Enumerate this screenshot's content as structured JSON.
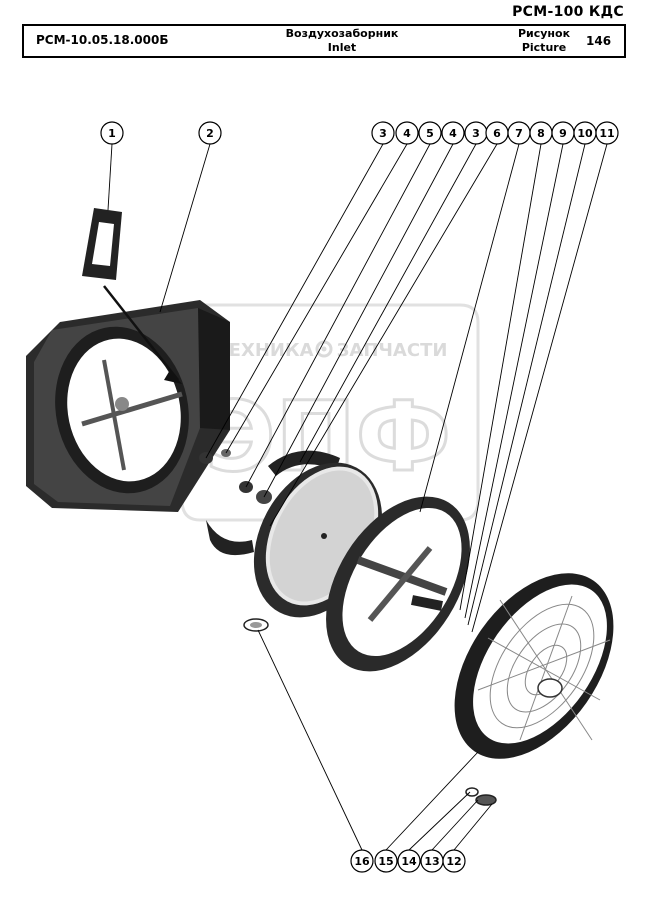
{
  "header": {
    "model": "РСМ-100 КДС",
    "doc_code": "РСМ-10.05.18.000Б",
    "title_ru": "Воздухозаборник",
    "title_en": "Inlet",
    "figure_label_ru": "Рисунок",
    "figure_label_en": "Picture",
    "figure_number": "146"
  },
  "watermark": {
    "line1_left": "ТЕХНИКА",
    "line1_right": "ЗАПЧАСТИ",
    "logo_letters": "ЭПФ",
    "icon": "gear-icon"
  },
  "callouts_top": [
    "1",
    "2",
    "3",
    "4",
    "5",
    "4",
    "3",
    "6",
    "7",
    "8",
    "9",
    "10",
    "11"
  ],
  "callouts_bottom": [
    "16",
    "15",
    "14",
    "13",
    "12"
  ],
  "colors": {
    "ink": "#000000",
    "frame_dark": "#2a2a2a",
    "frame_mid": "#555555",
    "watermark": "#d9d9d9"
  }
}
